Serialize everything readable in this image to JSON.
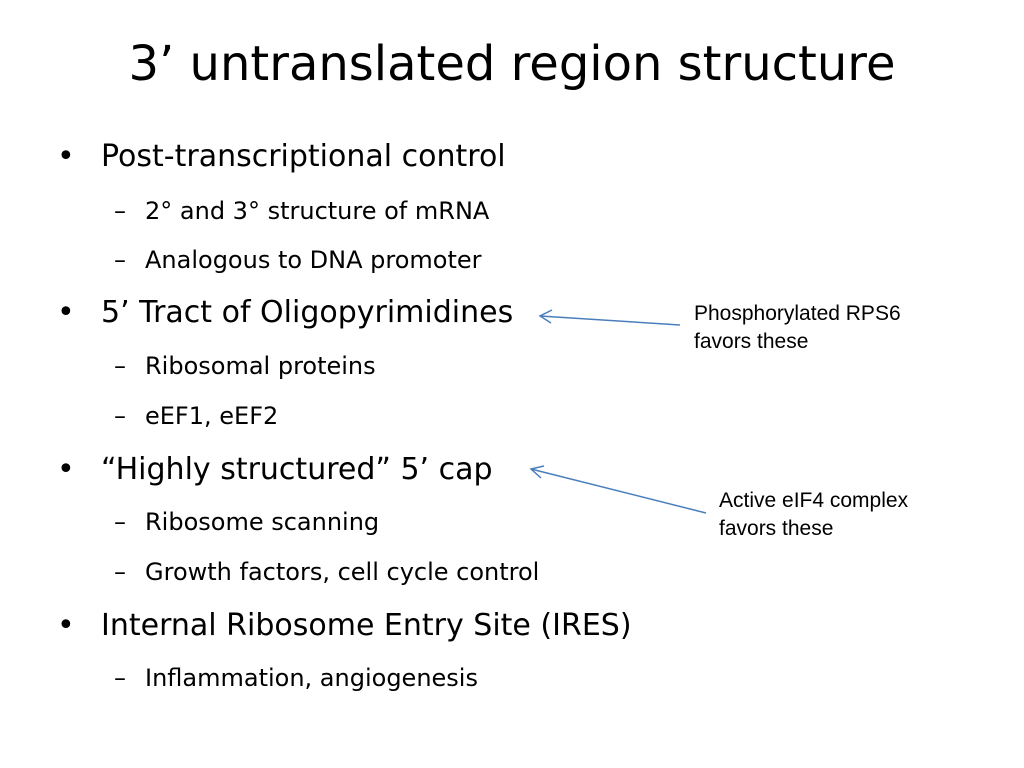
{
  "slide": {
    "title": "3’ untranslated region structure",
    "bullet_marker": "•",
    "sub_marker": "–",
    "items": [
      {
        "level": 1,
        "text": "Post-transcriptional control"
      },
      {
        "level": 2,
        "text": "2° and 3° structure of mRNA"
      },
      {
        "level": 2,
        "text": "Analogous to DNA promoter"
      },
      {
        "level": 1,
        "text": "5’ Tract of Oligopyrimidines"
      },
      {
        "level": 2,
        "text": "Ribosomal proteins"
      },
      {
        "level": 2,
        "text": "eEF1, eEF2"
      },
      {
        "level": 1,
        "text": "“Highly structured” 5’ cap"
      },
      {
        "level": 2,
        "text": "Ribosome scanning"
      },
      {
        "level": 2,
        "text": "Growth factors, cell cycle control"
      },
      {
        "level": 1,
        "text": "Internal Ribosome Entry Site (IRES)"
      },
      {
        "level": 2,
        "text": "Inflammation, angiogenesis"
      }
    ]
  },
  "callouts": [
    {
      "line1": "Phosphorylated RPS6",
      "line2": "favors these"
    },
    {
      "line1": "Active eIF4 complex",
      "line2": "favors these"
    }
  ],
  "colors": {
    "text": "#000000",
    "background": "#ffffff",
    "arrow": "#4a7ebb"
  }
}
